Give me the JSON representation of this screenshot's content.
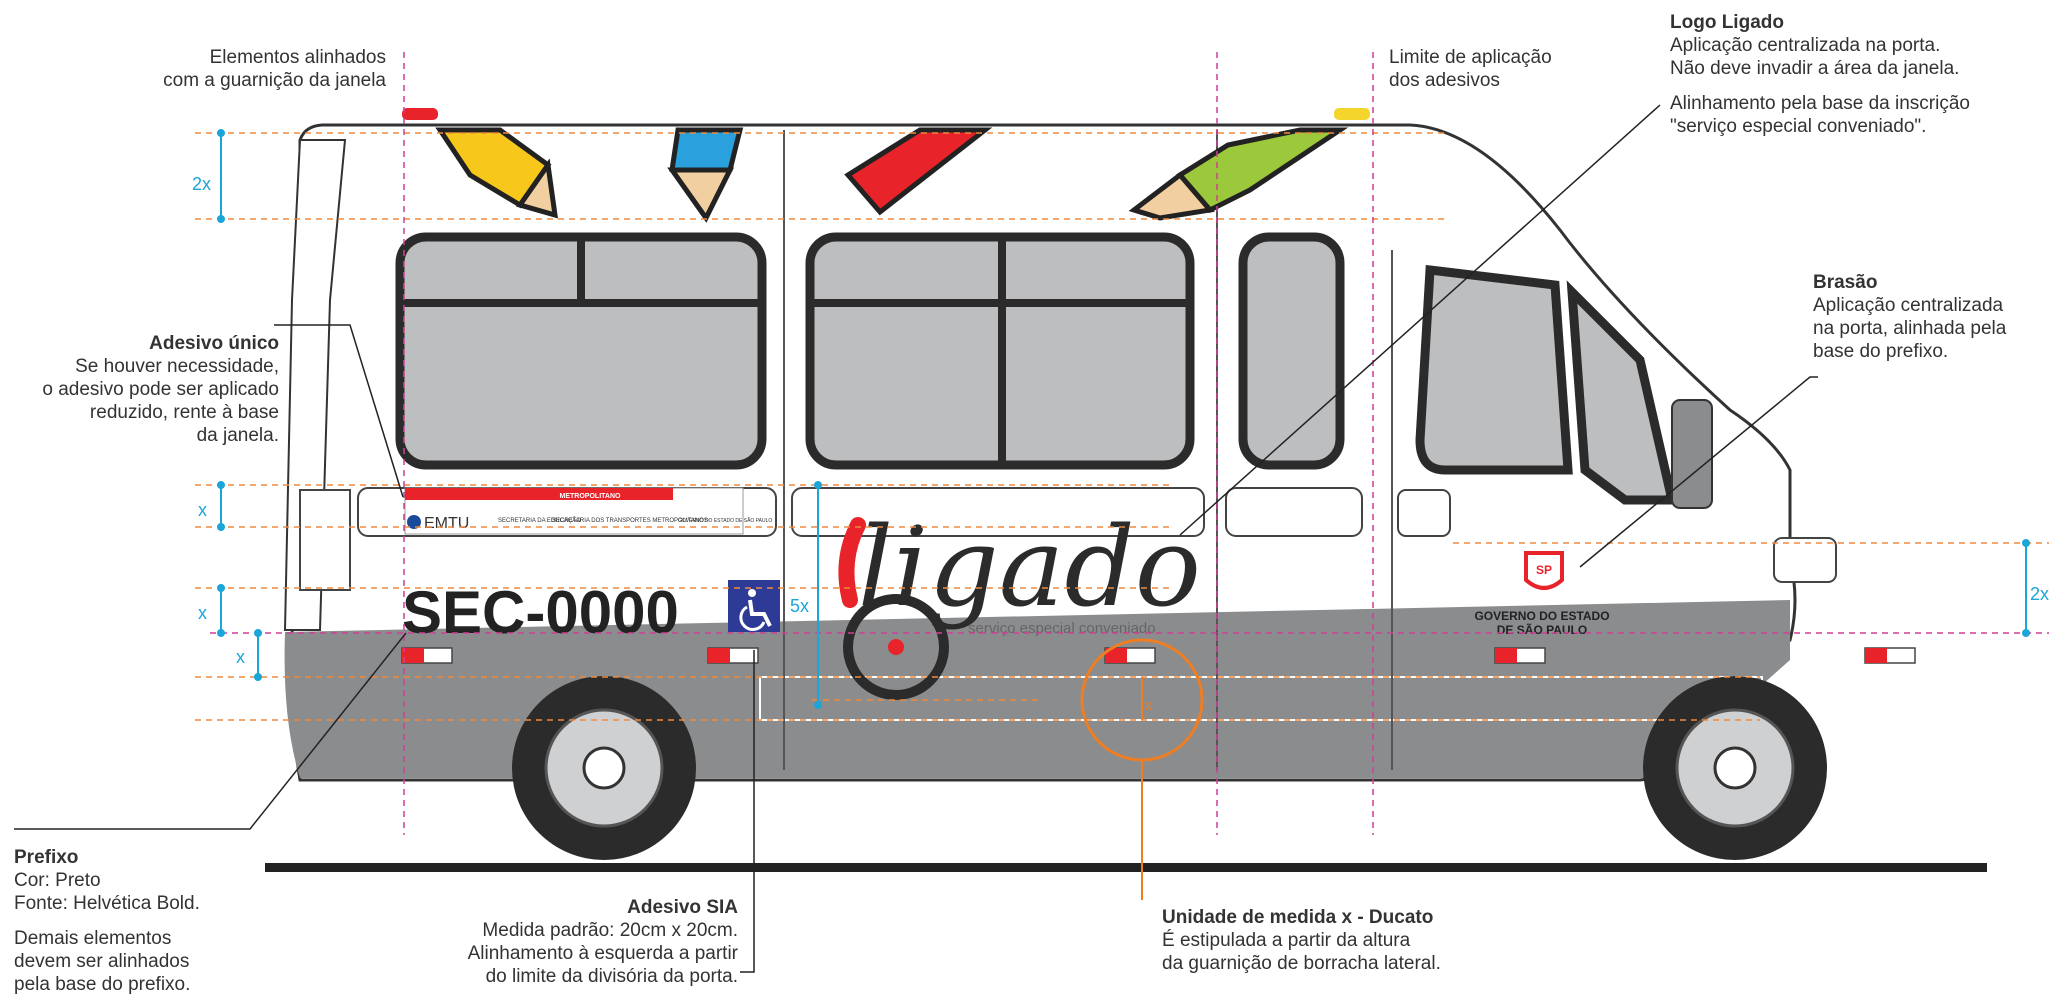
{
  "colors": {
    "guide_orange": "#f08a3c",
    "guide_pink": "#cf3f95",
    "dim_cyan": "#1aa6d8",
    "window_gray": "#bdbec0",
    "body_gray": "#8b8c8e",
    "ligado_red": "#e8232a",
    "sia_blue": "#2e3b96",
    "unit_circle": "#ef7d22"
  },
  "annotations": {
    "elementos": {
      "line1": "Elementos alinhados",
      "line2": "com a guarnição da janela"
    },
    "limite": {
      "line1": "Limite de aplicação",
      "line2": "dos adesivos"
    },
    "logo": {
      "title": "Logo Ligado",
      "line1": "Aplicação centralizada na porta.",
      "line2": "Não deve invadir a área da janela.",
      "line3": "Alinhamento pela base da inscrição",
      "line4": "\"serviço especial conveniado\"."
    },
    "brasao": {
      "title": "Brasão",
      "line1": "Aplicação centralizada",
      "line2": "na porta, alinhada pela",
      "line3": "base do prefixo."
    },
    "adesivo_unico": {
      "title": "Adesivo único",
      "line1": "Se houver necessidade,",
      "line2": "o adesivo pode ser aplicado",
      "line3": "reduzido, rente à base",
      "line4": "da janela."
    },
    "prefixo": {
      "title": "Prefixo",
      "line1": "Cor: Preto",
      "line2": "Fonte: Helvética Bold.",
      "line3": "Demais elementos",
      "line4": "devem ser alinhados",
      "line5": "pela base do prefixo."
    },
    "sia": {
      "title": "Adesivo SIA",
      "line1": "Medida padrão: 20cm x 20cm.",
      "line2": "Alinhamento à esquerda a partir",
      "line3": "do limite da divisória da porta."
    },
    "unidade": {
      "title": "Unidade de medida x - Ducato",
      "line1": "É estipulada a partir da altura",
      "line2": "da guarnição de borracha lateral."
    }
  },
  "dimensions": {
    "two_x": "2x",
    "x": "x",
    "five_x": "5x",
    "two_x_right": "2x"
  },
  "van": {
    "prefix": "SEC-0000",
    "logo_text": "ligado",
    "logo_tagline": "serviço especial conveniado",
    "strip_label": "METROPOLITANO",
    "emtu": "EMTU",
    "sec_educ": "SECRETARIA DA EDUCAÇÃO",
    "sec_transp": "SECRETARIA DOS TRANSPORTES METROPOLITANOS",
    "gov_small": "GOVERNO DO ESTADO DE SÃO PAULO",
    "gov_line1": "GOVERNO DO ESTADO",
    "gov_line2": "DE SÃO PAULO",
    "crest": "SP"
  }
}
